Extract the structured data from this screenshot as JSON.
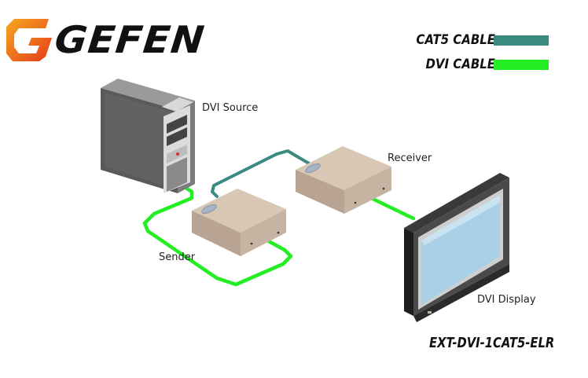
{
  "brand": {
    "name": "GEFEN",
    "logo_letter": "G"
  },
  "legend": {
    "items": [
      {
        "label": "CAT5 CABLE",
        "color": "#3a8a80"
      },
      {
        "label": "DVI CABLE",
        "color": "#22ee22"
      }
    ]
  },
  "devices": {
    "source": {
      "label": "DVI Source"
    },
    "sender": {
      "label": "Sender"
    },
    "receiver": {
      "label": "Receiver"
    },
    "display": {
      "label": "DVI Display"
    }
  },
  "model": "EXT-DVI-1CAT5-ELR",
  "colors": {
    "cat5": "#3a8a80",
    "dvi": "#22ee22",
    "logo_orange": "#f39a1e",
    "logo_red": "#e8421e",
    "box": "#c8b4a2",
    "screen": "#a9d0e6"
  }
}
